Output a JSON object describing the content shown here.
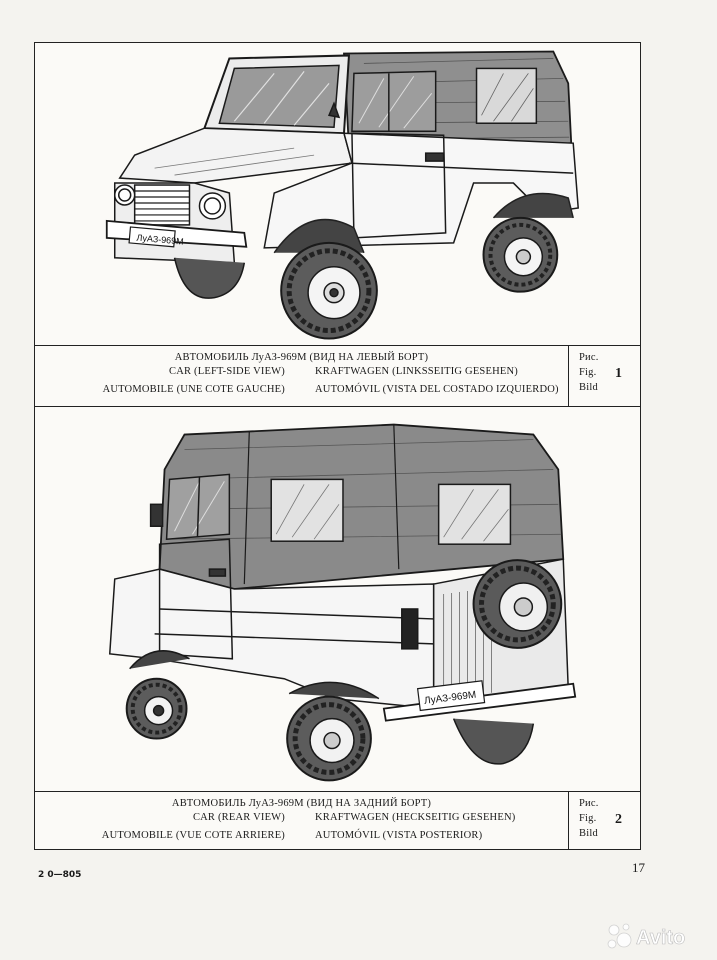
{
  "figure1": {
    "plate_text": "ЛуАЗ-969М",
    "caption_ru": "АВТОМОБИЛЬ ЛуАЗ-969М (ВИД НА ЛЕВЫЙ БОРТ)",
    "caption_en": "CAR (LEFT-SIDE VIEW)",
    "caption_de": "KRAFTWAGEN (LINKSSEITIG GESEHEN)",
    "caption_fr": "AUTOMOBILE (UNE COTE GAUCHE)",
    "caption_es": "AUTOMÓVIL (VISTA DEL COSTADO IZQUIERDO)",
    "label_ru": "Рис.",
    "label_en": "Fig.",
    "label_de": "Bild",
    "number": "1"
  },
  "figure2": {
    "plate_text": "ЛуАЗ-969М",
    "caption_ru": "АВТОМОБИЛЬ ЛуАЗ-969М (ВИД НА ЗАДНИЙ БОРТ)",
    "caption_en": "CAR (REAR VIEW)",
    "caption_de": "KRAFTWAGEN (HECKSEITIG GESEHEN)",
    "caption_fr": "AUTOMOBILE (VUE COTE ARRIERE)",
    "caption_es": "AUTOMÓVIL (VISTA POSTERIOR)",
    "label_ru": "Рис.",
    "label_en": "Fig.",
    "label_de": "Bild",
    "number": "2"
  },
  "page_number": "17",
  "print_code": "2 0—805",
  "watermark_text": "Avito"
}
